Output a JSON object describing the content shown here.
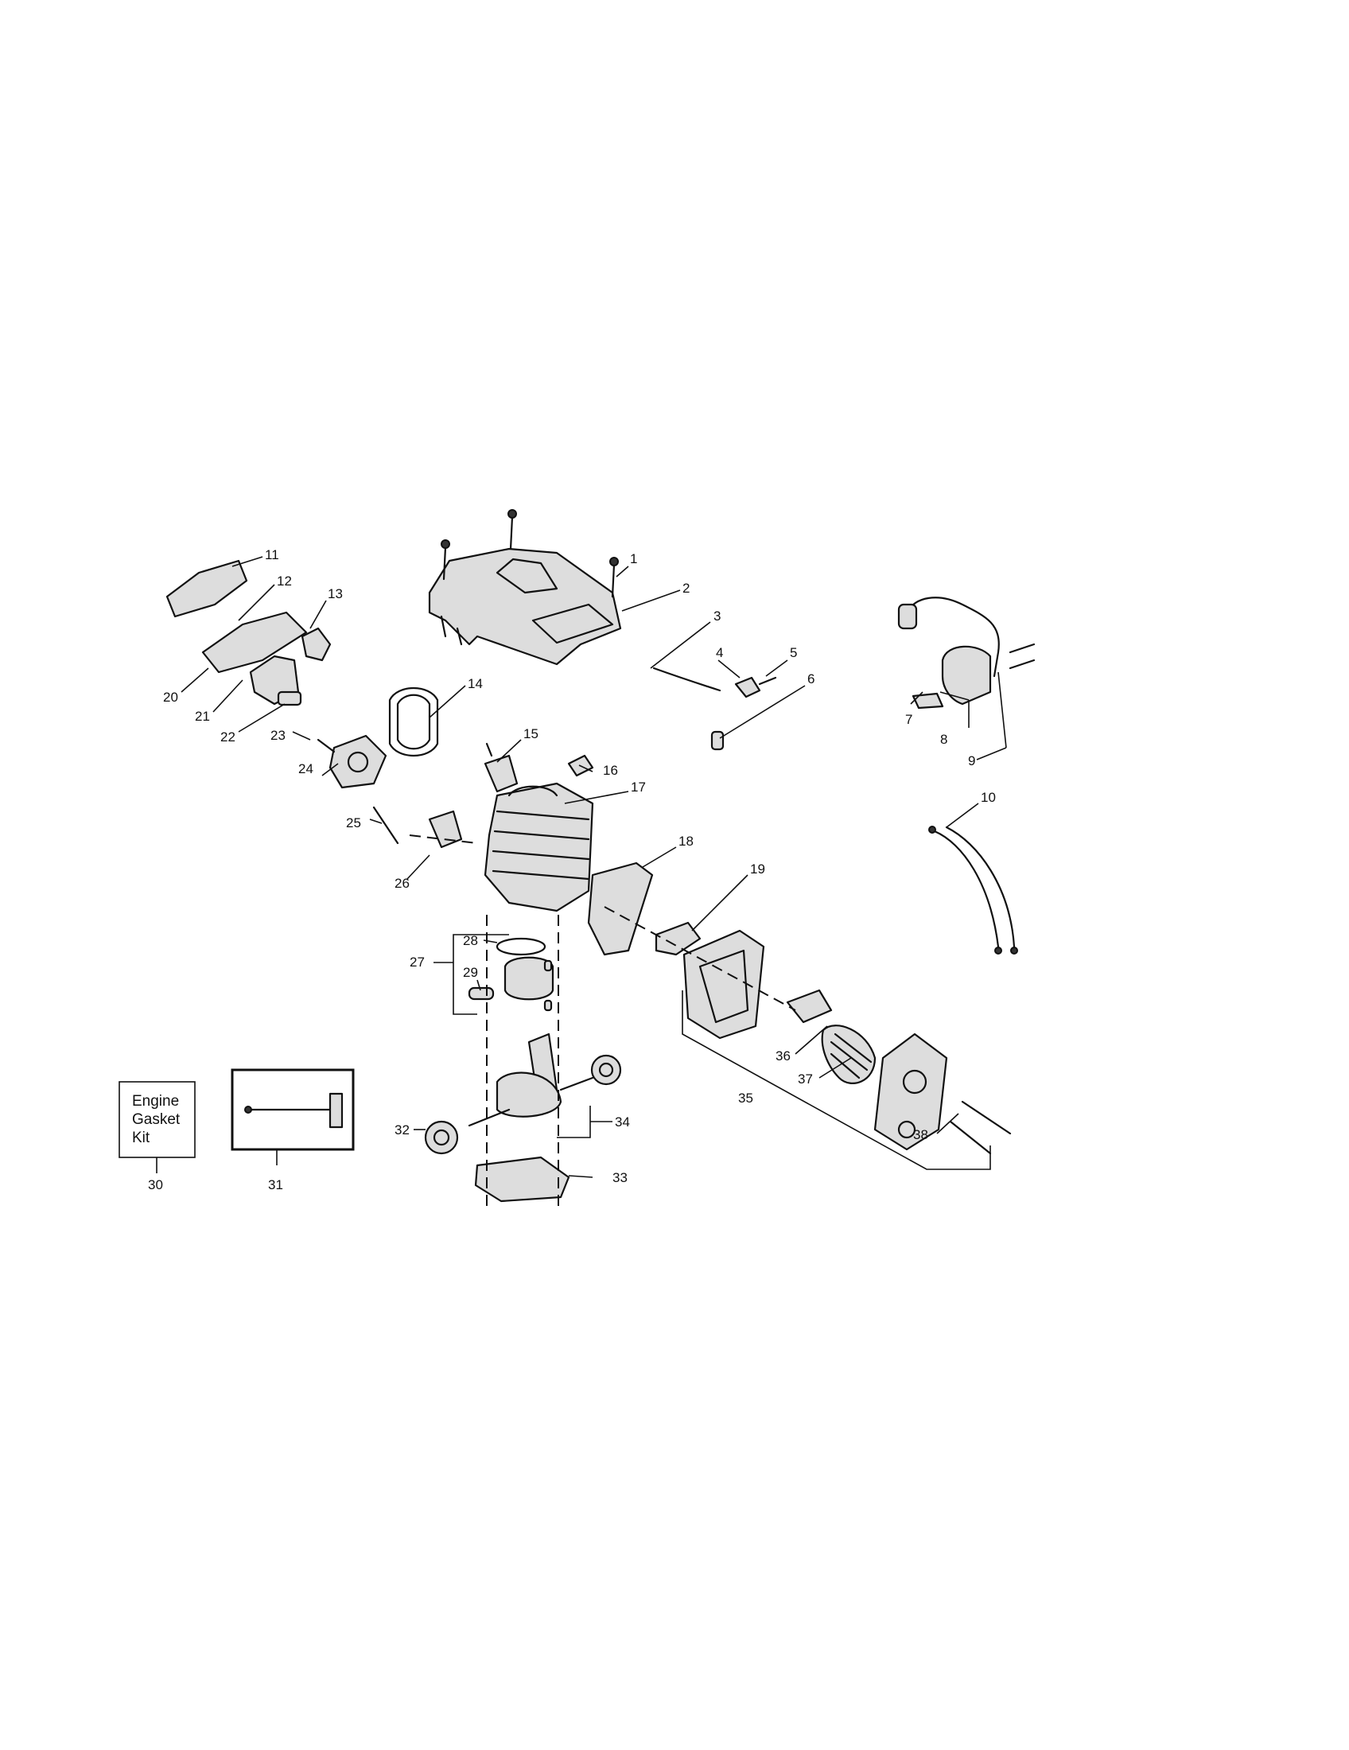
{
  "callouts": [
    "1",
    "2",
    "3",
    "4",
    "5",
    "6",
    "7",
    "8",
    "9",
    "10",
    "11",
    "12",
    "13",
    "14",
    "15",
    "16",
    "17",
    "18",
    "19",
    "20",
    "21",
    "22",
    "23",
    "24",
    "25",
    "26",
    "27",
    "28",
    "29",
    "30",
    "31",
    "32",
    "33",
    "34",
    "35",
    "36",
    "37",
    "38"
  ],
  "gasket_kit": {
    "line1": "Engine",
    "line2": "Gasket",
    "line3": "Kit"
  }
}
